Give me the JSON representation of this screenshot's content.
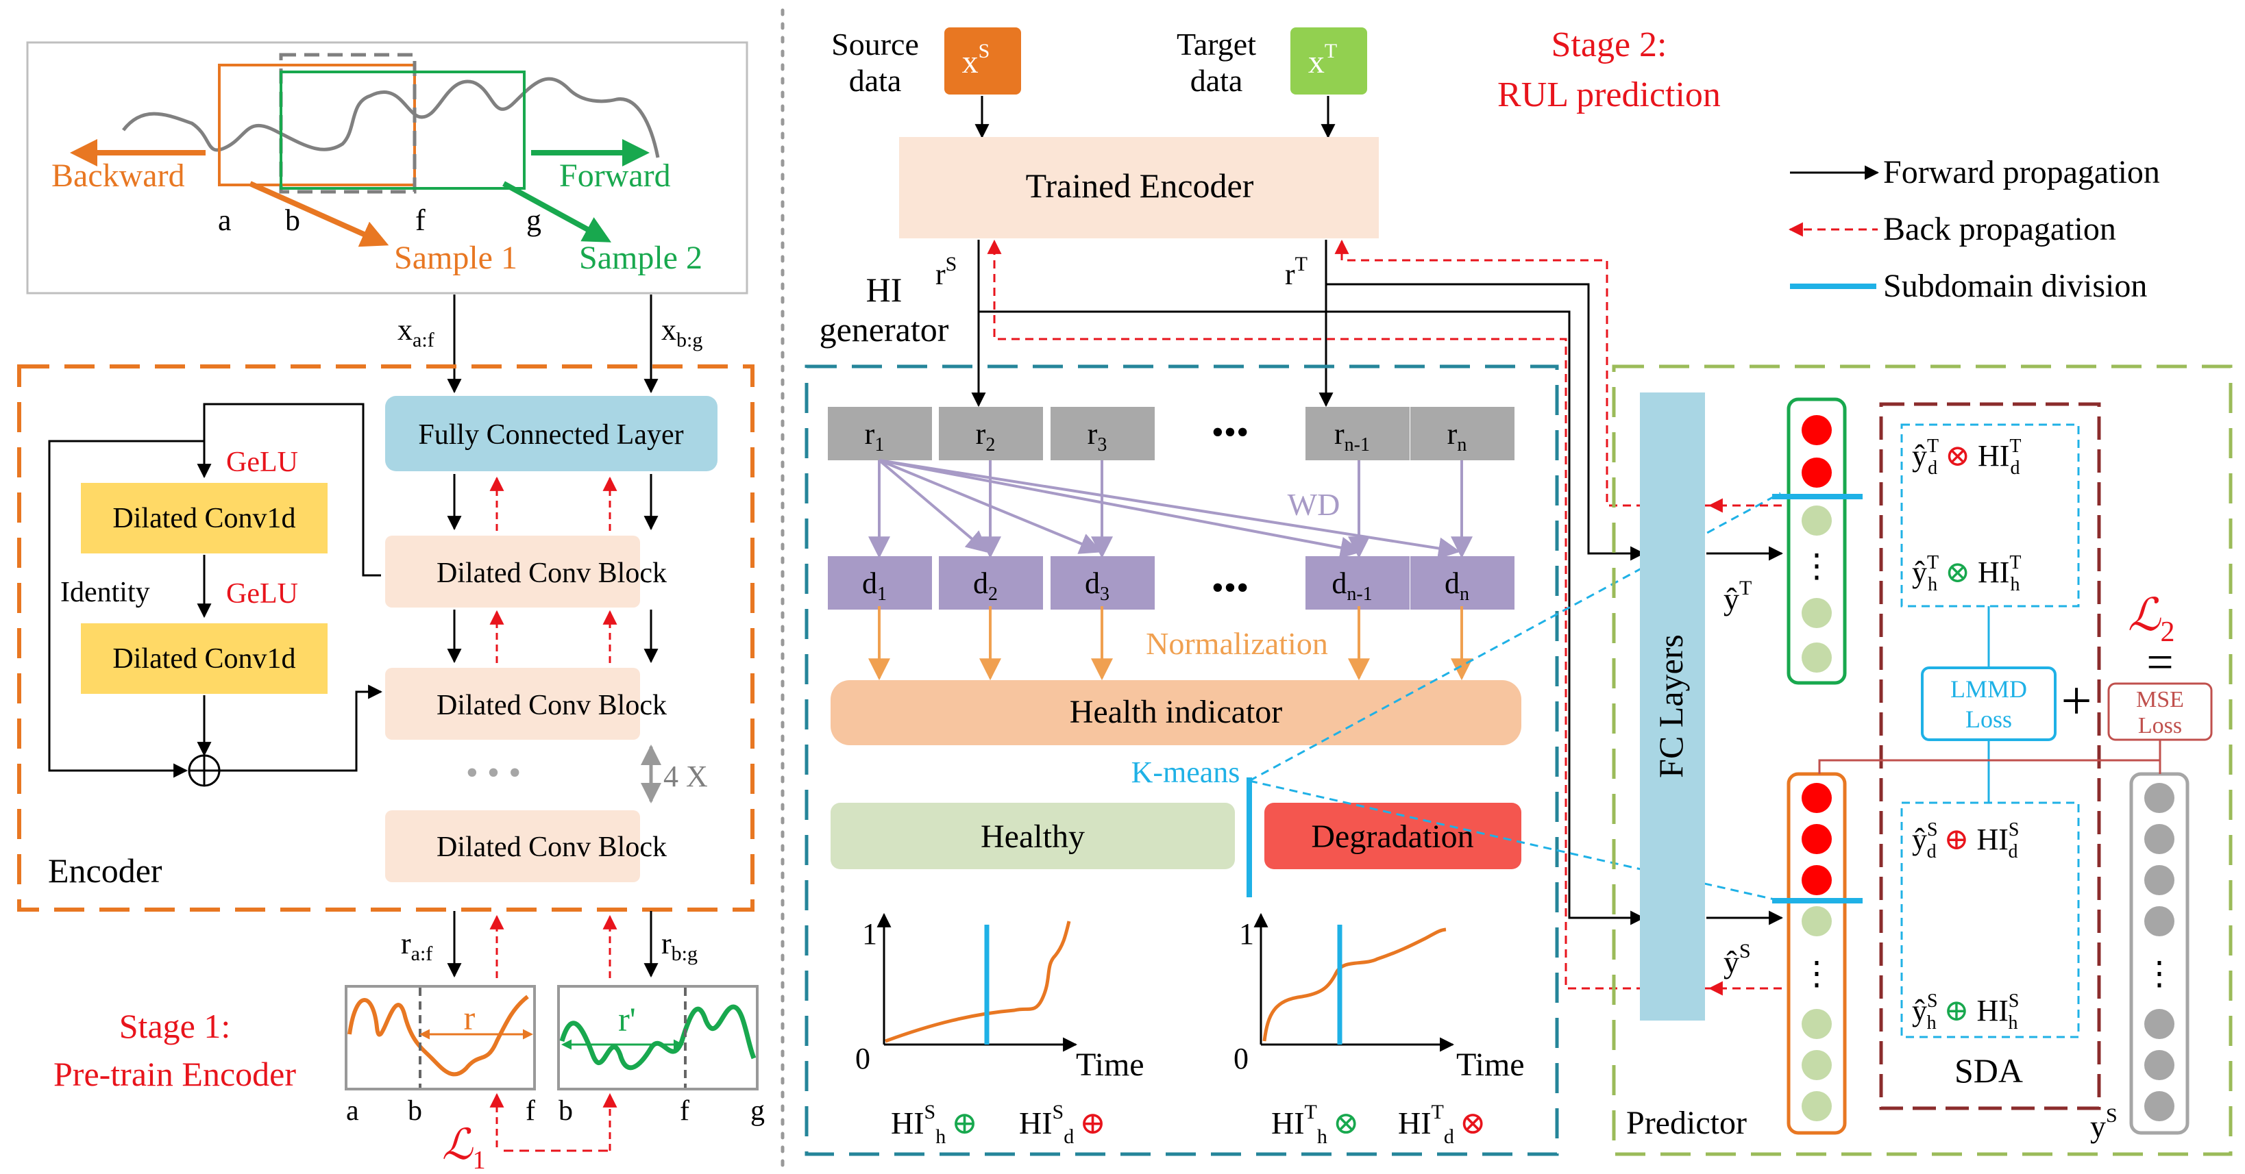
{
  "stage1": {
    "backward": "Backward",
    "forward": "Forward",
    "a": "a",
    "b": "b",
    "f": "f",
    "g": "g",
    "sample1": "Sample 1",
    "sample2": "Sample 2",
    "xaf_base": "x",
    "xaf_sub": "a:f",
    "xbg_base": "x",
    "xbg_sub": "b:g",
    "fc_layer": "Fully Connected Layer",
    "gelu": "GeLU",
    "dilated_conv1d": "Dilated Conv1d",
    "identity": "Identity",
    "dilated_conv_block": "Dilated Conv Block",
    "dots": "• • •",
    "repeat": "4 X",
    "encoder": "Encoder",
    "raf_base": "r",
    "raf_sub": "a:f",
    "rbg_base": "r",
    "rbg_sub": "b:g",
    "r_label": "r",
    "rprime_label": "r'",
    "title_line1": "Stage 1:",
    "title_line2": "Pre-train Encoder",
    "loss_base": "ℒ",
    "loss_sub": "1"
  },
  "stage2": {
    "source_line1": "Source",
    "source_line2": "data",
    "target_line1": "Target",
    "target_line2": "data",
    "xs_base": "x",
    "xs_sup": "S",
    "xt_base": "x",
    "xt_sup": "T",
    "title_line1": "Stage 2:",
    "title_line2": "RUL prediction",
    "trained_encoder": "Trained Encoder",
    "rs_base": "r",
    "rs_sup": "S",
    "rt_base": "r",
    "rt_sup": "T",
    "hi_gen_line1": "HI",
    "hi_gen_line2": "generator",
    "r_cells": [
      {
        "b": "r",
        "s": "1"
      },
      {
        "b": "r",
        "s": "2"
      },
      {
        "b": "r",
        "s": "3"
      },
      {
        "b": "r",
        "s": "n-1"
      },
      {
        "b": "r",
        "s": "n"
      }
    ],
    "d_cells": [
      {
        "b": "d",
        "s": "1"
      },
      {
        "b": "d",
        "s": "2"
      },
      {
        "b": "d",
        "s": "3"
      },
      {
        "b": "d",
        "s": "n-1"
      },
      {
        "b": "d",
        "s": "n"
      }
    ],
    "cell_dots": "•••",
    "wd": "WD",
    "normalization": "Normalization",
    "health_indicator": "Health indicator",
    "kmeans": "K-means",
    "healthy": "Healthy",
    "degradation": "Degradation",
    "axis_one": "1",
    "axis_zero": "0",
    "time": "Time",
    "his_h": {
      "b": "HI",
      "sup": "S",
      "sub": "h",
      "op": "⊕"
    },
    "his_d": {
      "b": "HI",
      "sup": "S",
      "sub": "d",
      "op": "⊕"
    },
    "hit_h": {
      "b": "HI",
      "sup": "T",
      "sub": "h",
      "op": "⊗"
    },
    "hit_d": {
      "b": "HI",
      "sup": "T",
      "sub": "d",
      "op": "⊗"
    }
  },
  "legend": {
    "forward": "Forward propagation",
    "back": "Back propagation",
    "subdomain": "Subdomain division"
  },
  "predictor": {
    "fc_layers": "FC Layers",
    "yt_hat": {
      "b": "ŷ",
      "sup": "T"
    },
    "ys_hat": {
      "b": "ŷ",
      "sup": "S"
    },
    "ys": {
      "b": "y",
      "sup": "S"
    },
    "predictor": "Predictor",
    "lmmd_line1": "LMMD",
    "lmmd_line2": "Loss",
    "mse_line1": "MSE",
    "mse_line2": "Loss",
    "plus": "+",
    "equals": "=",
    "loss2_base": "ℒ",
    "loss2_sub": "2",
    "sda": "SDA",
    "vdots": "⋮",
    "target_terms": [
      {
        "yb": "ŷ",
        "ysup": "T",
        "ysub": "d",
        "op": "⊗",
        "hb": "HI",
        "hsup": "T",
        "hsub": "d"
      },
      {
        "yb": "ŷ",
        "ysup": "T",
        "ysub": "h",
        "op": "⊗",
        "hb": "HI",
        "hsup": "T",
        "hsub": "h"
      }
    ],
    "source_terms": [
      {
        "yb": "ŷ",
        "ysup": "S",
        "ysub": "d",
        "op": "⊕",
        "hb": "HI",
        "hsup": "S",
        "hsub": "d"
      },
      {
        "yb": "ŷ",
        "ysup": "S",
        "ysub": "h",
        "op": "⊕",
        "hb": "HI",
        "hsup": "S",
        "hsub": "h"
      }
    ]
  },
  "colors": {
    "orange": "#e87722",
    "green": "#18a84e",
    "red": "#e8141c",
    "blue": "#1fb1e6",
    "purple_cell": "#a79ac6",
    "gray_cell": "#a9a9a9",
    "peach": "#fbe5d6",
    "light_blue": "#a9d6e4",
    "yellow": "#ffd966",
    "hi_orange": "#f7c59f",
    "healthy_green": "#d5e3c2",
    "degradation_red": "#f4564f",
    "circle_red": "#ff0000",
    "circle_green": "#c5dba8",
    "circle_gray": "#a6a6a6"
  }
}
